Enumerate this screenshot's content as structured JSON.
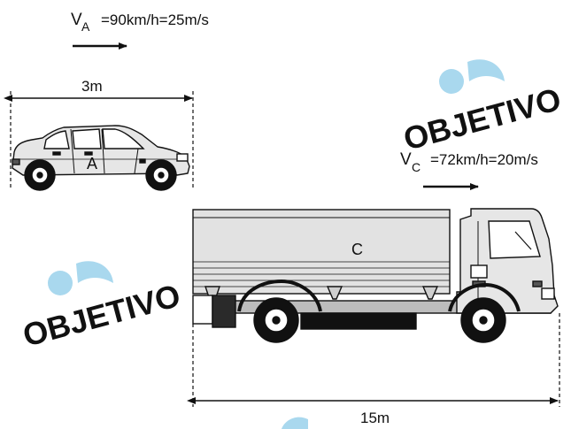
{
  "watermark": {
    "text": "OBJETIVO",
    "color": "#a9d8ee"
  },
  "car": {
    "label": "A",
    "velocity": {
      "symbol": "V",
      "subscript": "A",
      "text": "=90km/h=25m/s"
    },
    "length_label": "3m"
  },
  "truck": {
    "label": "C",
    "velocity": {
      "symbol": "V",
      "subscript": "C",
      "text": "=72km/h=20m/s"
    },
    "length_label": "15m"
  }
}
